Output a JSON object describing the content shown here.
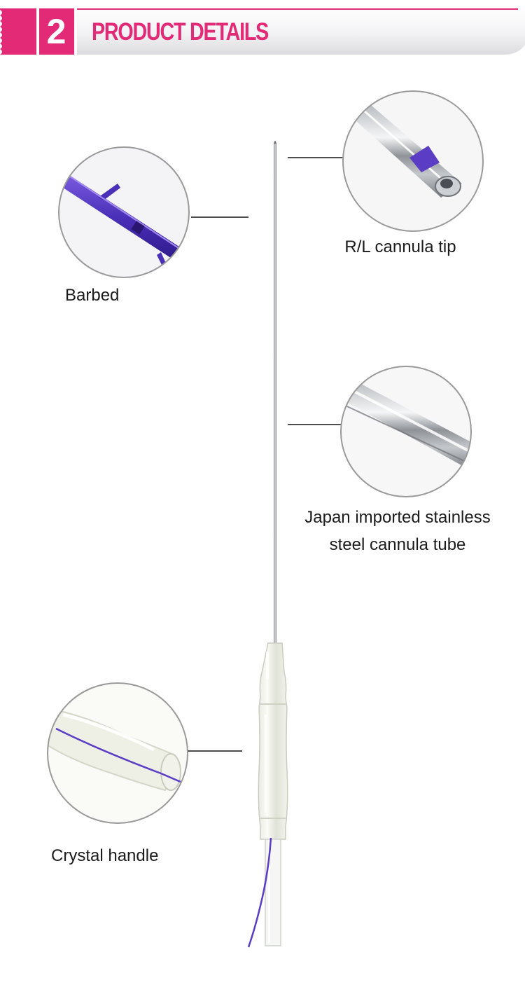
{
  "header": {
    "number": "2",
    "title": "PRODUCT DETAILS",
    "accent_color": "#e22a77",
    "bar_color": "#e8e8ea"
  },
  "callouts": {
    "barbed": {
      "label": "Barbed",
      "icon": "barbed-thread-zoom-icon"
    },
    "tip": {
      "label": "R/L cannula tip",
      "icon": "cannula-tip-zoom-icon"
    },
    "tube": {
      "line1": "Japan imported stainless",
      "line2": "steel cannula tube",
      "icon": "steel-tube-zoom-icon"
    },
    "handle": {
      "label": "Crystal handle",
      "icon": "crystal-handle-zoom-icon"
    }
  },
  "colors": {
    "thread": "#5b3cc4",
    "steel": "#a9adb2",
    "circle_border": "#9a9a9a"
  }
}
